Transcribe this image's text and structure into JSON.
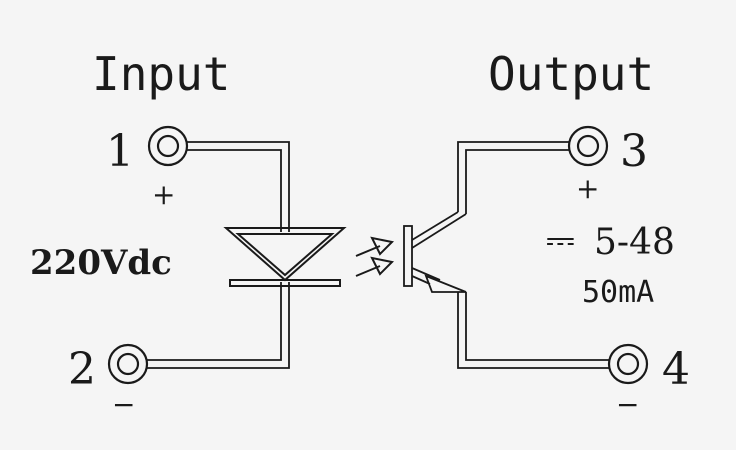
{
  "diagram": {
    "input_title": "Input",
    "output_title": "Output",
    "pins": {
      "p1": "1",
      "p2": "2",
      "p3": "3",
      "p4": "4"
    },
    "signs": {
      "input_plus": "+",
      "input_minus": "−",
      "output_plus": "+",
      "output_minus": "−"
    },
    "input_voltage": "220Vdc",
    "output_dc_symbol": "⎓",
    "output_voltage": "5-48",
    "output_current": "50mA",
    "colors": {
      "background": "#f5f5f5",
      "line": "#1a1a1a"
    }
  }
}
